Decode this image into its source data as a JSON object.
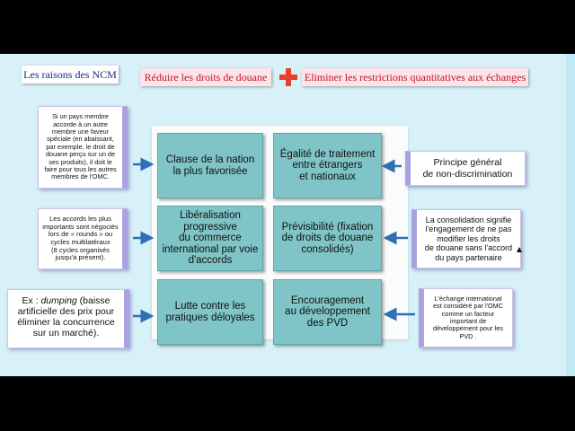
{
  "header": {
    "title": "Les raisons des NCM",
    "pill_left": "Réduire les droits de douane",
    "pill_right": "Eliminer les restrictions quantitatives aux échanges"
  },
  "grid": [
    "Clause de la nation\nla plus favorisée",
    "Égalité de traitement\nentre étrangers\net nationaux",
    "Libéralisation\nprogressive\ndu commerce\ninternational par voie\nd'accords",
    "Prévisibilité (fixation\nde droits de douane\nconsolidés)",
    "Lutte contre les\npratiques déloyales",
    "Encouragement\nau développement\ndes PVD"
  ],
  "notes_left": [
    "Si un pays membre\naccorde à un autre\nmembre une faveur\nspéciale (en abaissant,\npar exemple, le droit de\ndouane perçu sur un de\nses produits), il doit le\nfaire pour tous les autres\nmembres de l'OMC.",
    "Les accords les plus\nimportants sont négociés\nlors de « rounds » ou\ncycles  multilatéraux\n(8 cycles organisés\njusqu'à présent).",
    "(baisse\nartificielle des prix pour\néliminer la concurrence\nsur un marché)."
  ],
  "note_left_3_prefix": "Ex : ",
  "note_left_3_italic": "dumping",
  "notes_right": [
    "Principe général\nde non-discrimination",
    "La consolidation signifie\nl'engagement de ne pas\nmodifier les droits\nde douane sans l'accord\ndu pays partenaire",
    "L'échange international\nest considéré par l'OMC\ncomme un facteur\nimportant de\ndéveloppement pour les\nPVD ."
  ],
  "colors": {
    "background": "#d8f1f8",
    "cell": "#7fc4c6",
    "arrow": "#2f6fb5",
    "accent_red": "#c8102e",
    "title_blue": "#1a2a7a"
  }
}
